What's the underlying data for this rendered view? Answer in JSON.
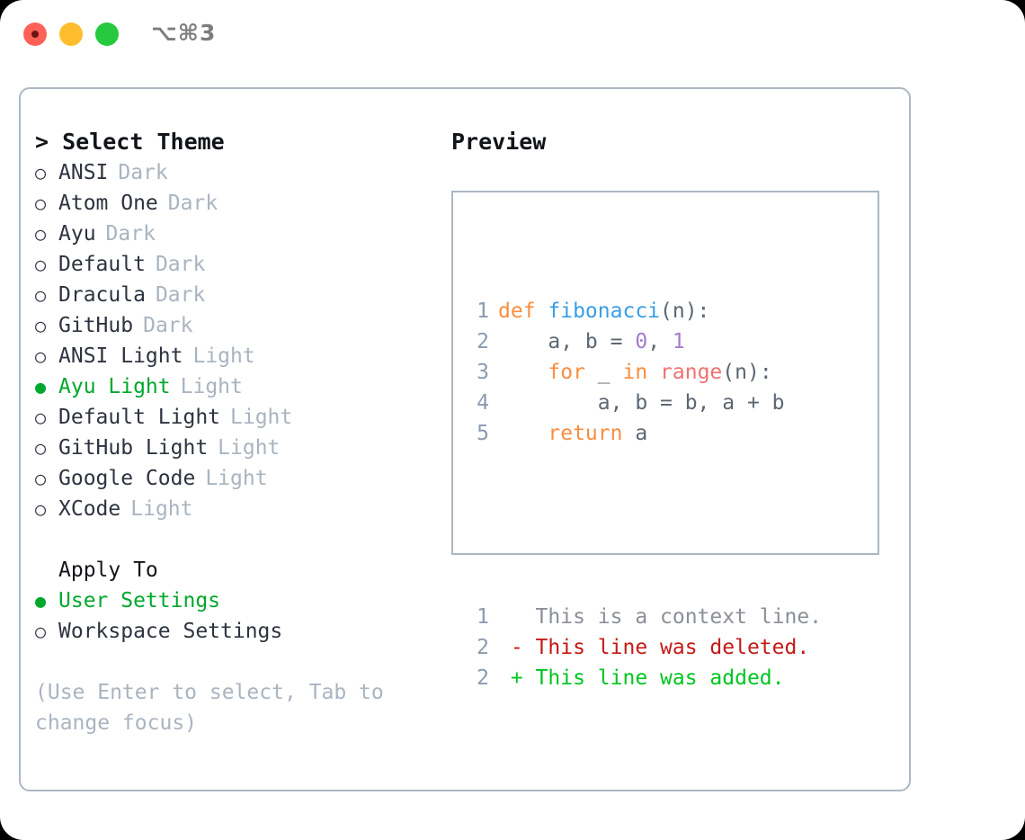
{
  "titlebar": {
    "shortcut": "⌥⌘3",
    "buttons": [
      {
        "name": "close",
        "color": "#ff6159"
      },
      {
        "name": "minimize",
        "color": "#ffbd2e"
      },
      {
        "name": "zoom",
        "color": "#27c93f"
      }
    ]
  },
  "theme_picker": {
    "heading": "> Select Theme",
    "marker_unselected": "○",
    "marker_selected": "●",
    "accent_color": "#00a82d",
    "items": [
      {
        "name": "ANSI",
        "variant": "Dark",
        "selected": false
      },
      {
        "name": "Atom One",
        "variant": "Dark",
        "selected": false
      },
      {
        "name": "Ayu",
        "variant": "Dark",
        "selected": false
      },
      {
        "name": "Default",
        "variant": "Dark",
        "selected": false
      },
      {
        "name": "Dracula",
        "variant": "Dark",
        "selected": false
      },
      {
        "name": "GitHub",
        "variant": "Dark",
        "selected": false
      },
      {
        "name": "ANSI Light",
        "variant": "Light",
        "selected": false
      },
      {
        "name": "Ayu Light",
        "variant": "Light",
        "selected": true
      },
      {
        "name": "Default Light",
        "variant": "Light",
        "selected": false
      },
      {
        "name": "GitHub Light",
        "variant": "Light",
        "selected": false
      },
      {
        "name": "Google Code",
        "variant": "Light",
        "selected": false
      },
      {
        "name": "XCode",
        "variant": "Light",
        "selected": false
      }
    ]
  },
  "apply_to": {
    "heading": "Apply To",
    "items": [
      {
        "label": "User Settings",
        "selected": true
      },
      {
        "label": "Workspace Settings",
        "selected": false
      }
    ]
  },
  "hint": "(Use Enter to select, Tab to change focus)",
  "preview": {
    "title": "Preview",
    "code": [
      {
        "lineno": "1",
        "tokens": [
          {
            "t": "def ",
            "c": "kw"
          },
          {
            "t": "fibonacci",
            "c": "fn"
          },
          {
            "t": "(n):",
            "c": "punc"
          }
        ]
      },
      {
        "lineno": "2",
        "tokens": [
          {
            "t": "    a, b = ",
            "c": "plain"
          },
          {
            "t": "0",
            "c": "num"
          },
          {
            "t": ", ",
            "c": "plain"
          },
          {
            "t": "1",
            "c": "num"
          }
        ]
      },
      {
        "lineno": "3",
        "tokens": [
          {
            "t": "    ",
            "c": "plain"
          },
          {
            "t": "for",
            "c": "kw"
          },
          {
            "t": " _ ",
            "c": "plain"
          },
          {
            "t": "in",
            "c": "kw"
          },
          {
            "t": " ",
            "c": "plain"
          },
          {
            "t": "range",
            "c": "builtin"
          },
          {
            "t": "(n):",
            "c": "punc"
          }
        ]
      },
      {
        "lineno": "4",
        "tokens": [
          {
            "t": "        a, b = b, a + b",
            "c": "plain"
          }
        ]
      },
      {
        "lineno": "5",
        "tokens": [
          {
            "t": "    ",
            "c": "plain"
          },
          {
            "t": "return",
            "c": "kw"
          },
          {
            "t": " a",
            "c": "plain"
          }
        ]
      }
    ],
    "diff": [
      {
        "lineno": "1",
        "marker": "  ",
        "text": "This is a context line.",
        "kind": "context"
      },
      {
        "lineno": "2",
        "marker": "- ",
        "text": "This line was deleted.",
        "kind": "del"
      },
      {
        "lineno": "2",
        "marker": "+ ",
        "text": "This line was added.",
        "kind": "add"
      }
    ]
  }
}
